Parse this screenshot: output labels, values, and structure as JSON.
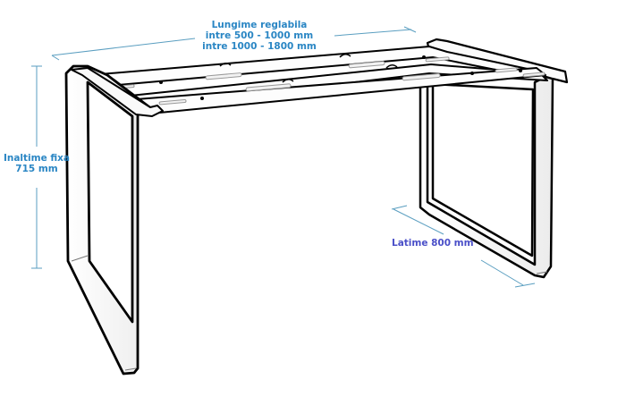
{
  "diagram": {
    "subject": "desk-frame-u-legs",
    "colors": {
      "annotation_blue": "#2a86c4",
      "annotation_violet": "#4a4fc8",
      "dimension_line": "#5a9ec0",
      "outline": "#000000",
      "fill": "#ffffff"
    },
    "dimensions": {
      "length": {
        "line1": "Lungime reglabila",
        "line2": "intre 500 - 1000 mm",
        "line3": "intre 1000 - 1800 mm"
      },
      "height": {
        "line1": "Inaltime fixa",
        "line2": "715 mm"
      },
      "width": {
        "line1": "Latime 800 mm"
      }
    }
  }
}
